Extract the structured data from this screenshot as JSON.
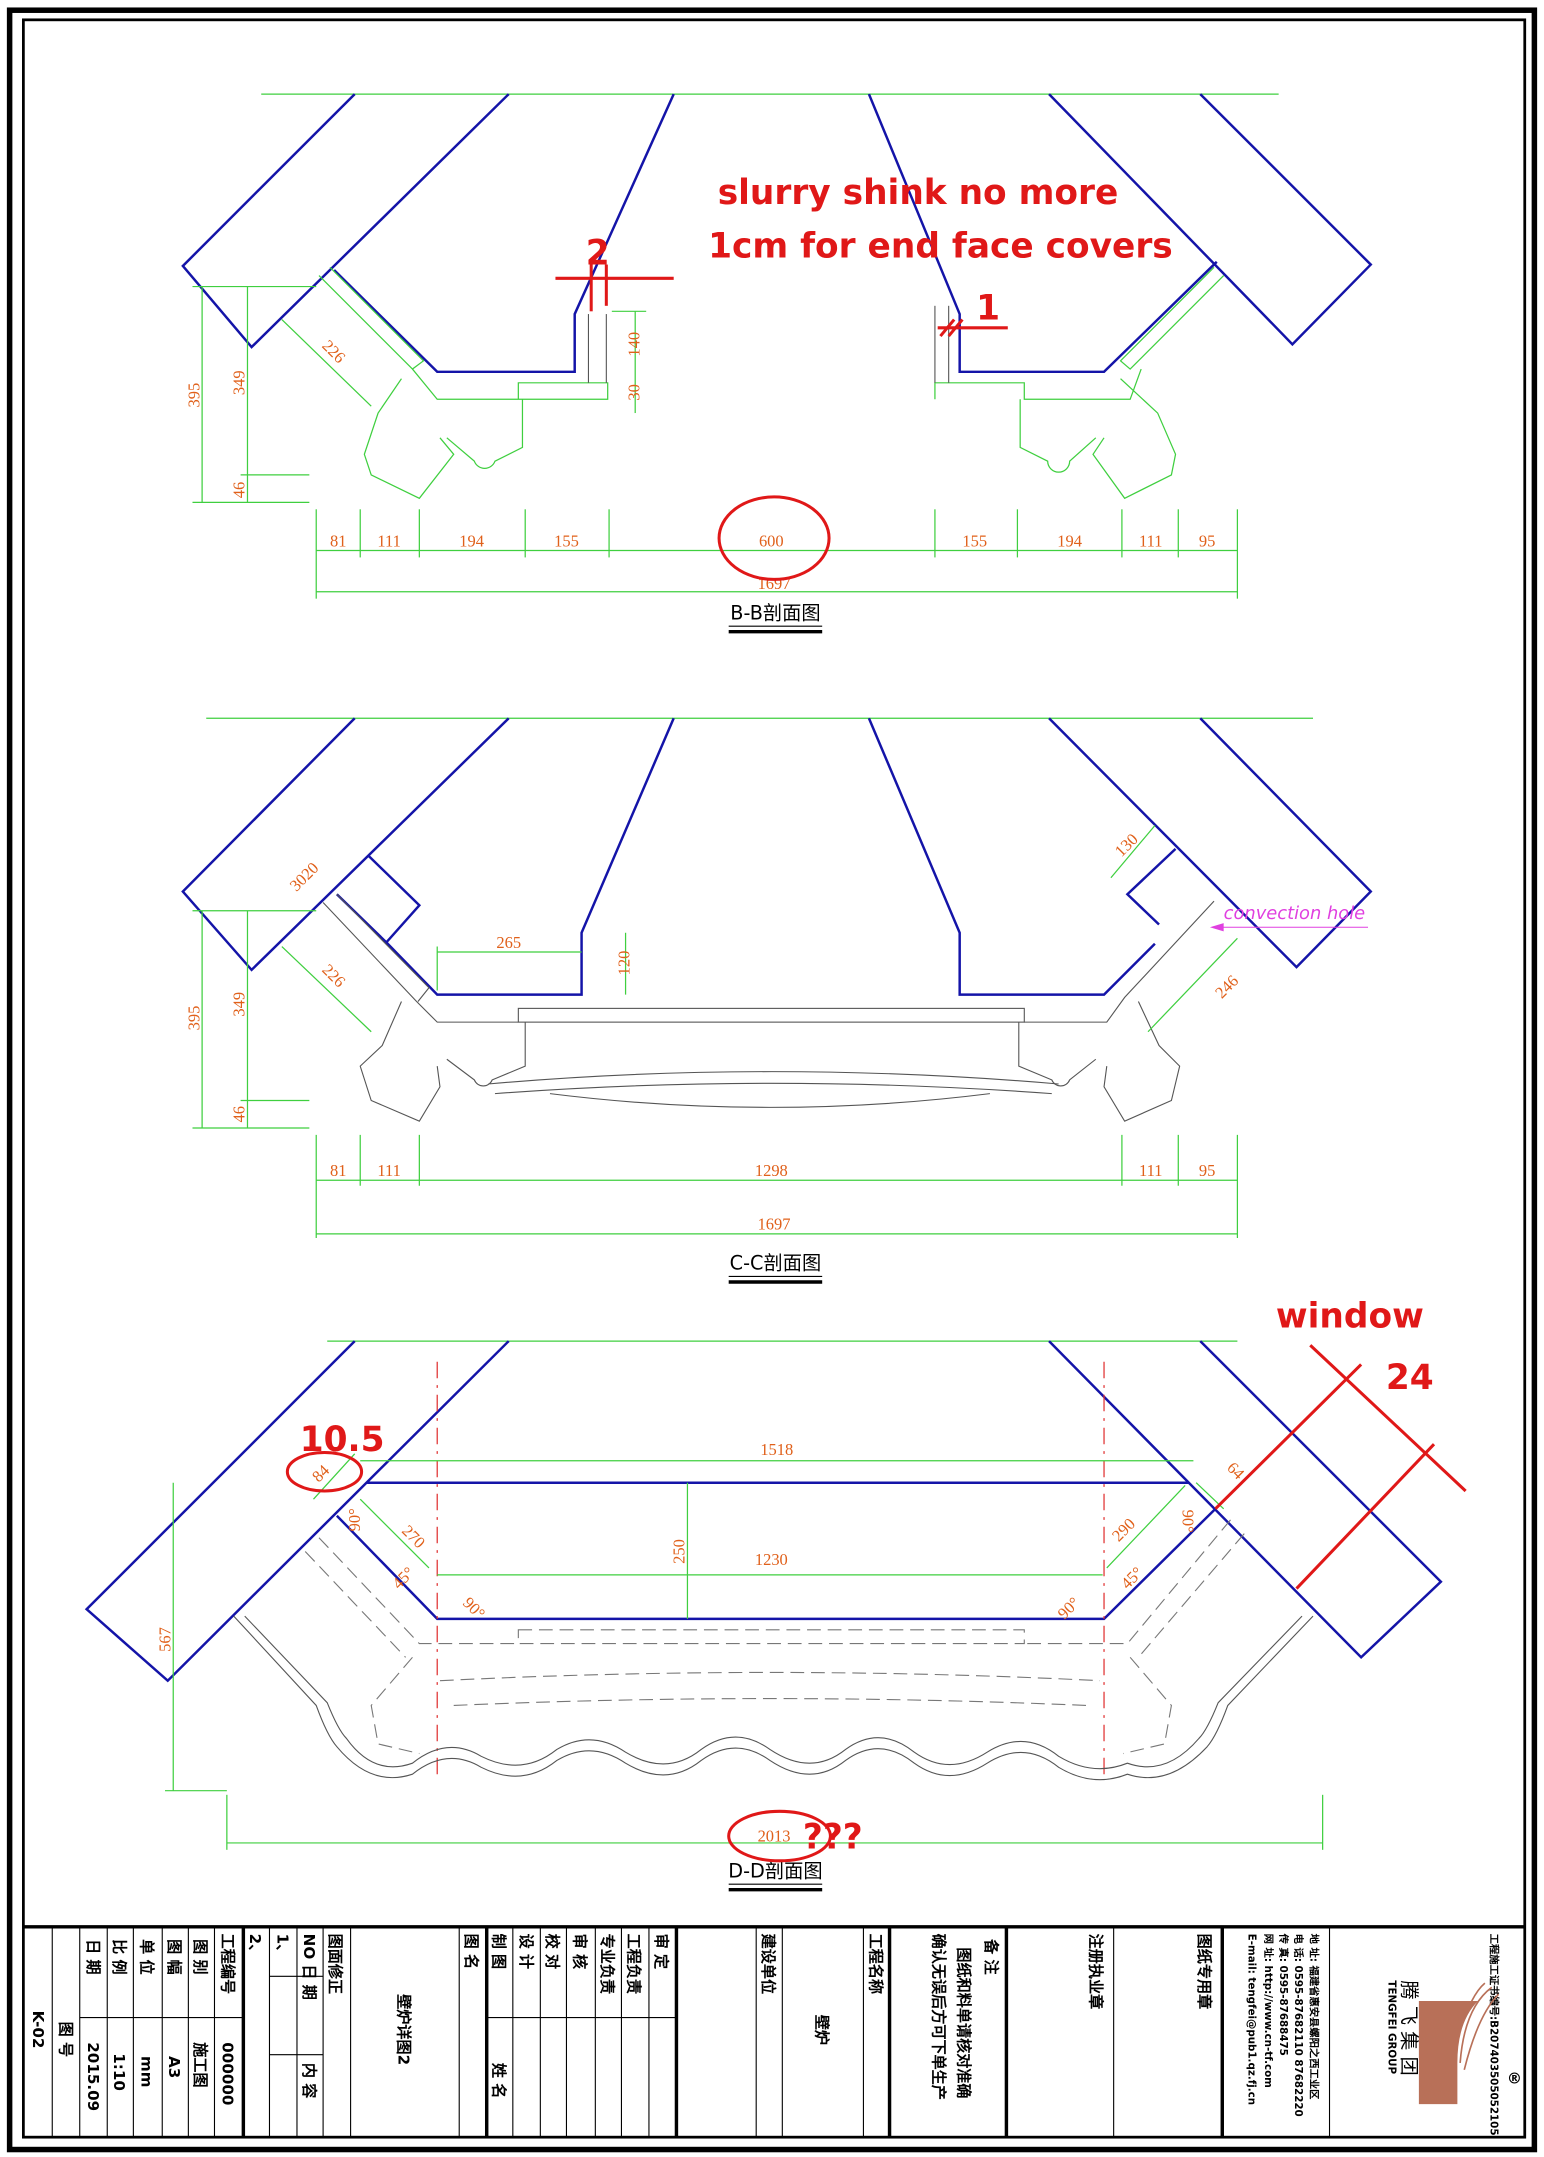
{
  "bb": {
    "title": "B-B剖面图",
    "chain": [
      "81",
      "111",
      "194",
      "155",
      "600",
      "155",
      "194",
      "111",
      "95"
    ],
    "total": "1697",
    "v395": "395",
    "v349": "349",
    "v46": "46",
    "d226": "226",
    "v140": "140",
    "v30": "30",
    "note_line1": "slurry shink no  more",
    "note_line2": "1cm for end face covers",
    "mark2": "2",
    "mark1": "1"
  },
  "cc": {
    "title": "C-C剖面图",
    "chain": [
      "81",
      "111",
      "1298",
      "111",
      "95"
    ],
    "total": "1697",
    "v395": "395",
    "v349": "349",
    "v46": "46",
    "d3020": "3020",
    "d226": "226",
    "h265": "265",
    "v120": "120",
    "d130": "130",
    "d246": "246",
    "convection": "convection hole"
  },
  "dd": {
    "title": "D-D剖面图",
    "h1518": "1518",
    "h1230": "1230",
    "v250": "250",
    "d270": "270",
    "d290": "290",
    "d84": "84",
    "d64": "64",
    "a90": "90°",
    "a45": "45°",
    "v567": "567",
    "h2013": "2013",
    "mark_10_5": "10.5",
    "window": "window",
    "mark24": "24",
    "question": "???"
  },
  "colors": {
    "outline": "#1414a8",
    "dimension": "#3fcf3f",
    "dim_text": "#e0601a",
    "annotation": "#e01818",
    "logo": "#b87058"
  },
  "title_block": {
    "drawing_no_value": "K-02",
    "drawing_no_label": "图 号",
    "date_label": "日 期",
    "date_value": "2015.09",
    "scale_label": "比 例",
    "scale_value": "1:10",
    "unit_label": "单 位",
    "unit_value": "mm",
    "size_label": "图 幅",
    "size_value": "A3",
    "type_label": "图 别",
    "type_value": "施工图",
    "project_no_label": "工程编号",
    "project_no_value": "000000",
    "rev2": "2、",
    "rev1": "1、",
    "rev_no_date": "NO 日 期",
    "rev_content": "内 容",
    "rev_header": "图面修正",
    "drawing_name_value": "壁炉详图2",
    "drawing_name_label": "图 名",
    "drawn": "制 图",
    "name_header": "姓 名",
    "design": "设 计",
    "check": "校 对",
    "review": "审 核",
    "discipline": "专业负责",
    "project_lead": "工程负责",
    "approve": "审 定",
    "client_label": "建设单位",
    "project_name_value": "壁炉",
    "project_name_label": "工程名称",
    "remarks_label": "备 注",
    "remarks_1": "图纸和料单请核对准确",
    "remarks_2": "确认无误后方可下单生产",
    "reg_seal": "注册执业章",
    "drawing_seal": "图纸专用章",
    "address": "地 址: 福建省惠安县螺阳之西工业区",
    "phone": "电 话: 0595-87682110 87682220",
    "fax": "传 真: 0595-87688475",
    "web": "网 址: http://www.cn-tf.com",
    "email": "E-mail: tengfei@pub1.qz.fj.cn",
    "license": "工程施工证书编号:B207403505052105",
    "company_cn": "腾 飞 集 团",
    "company_en": "TENGFEI GROUP",
    "registered": "®"
  }
}
